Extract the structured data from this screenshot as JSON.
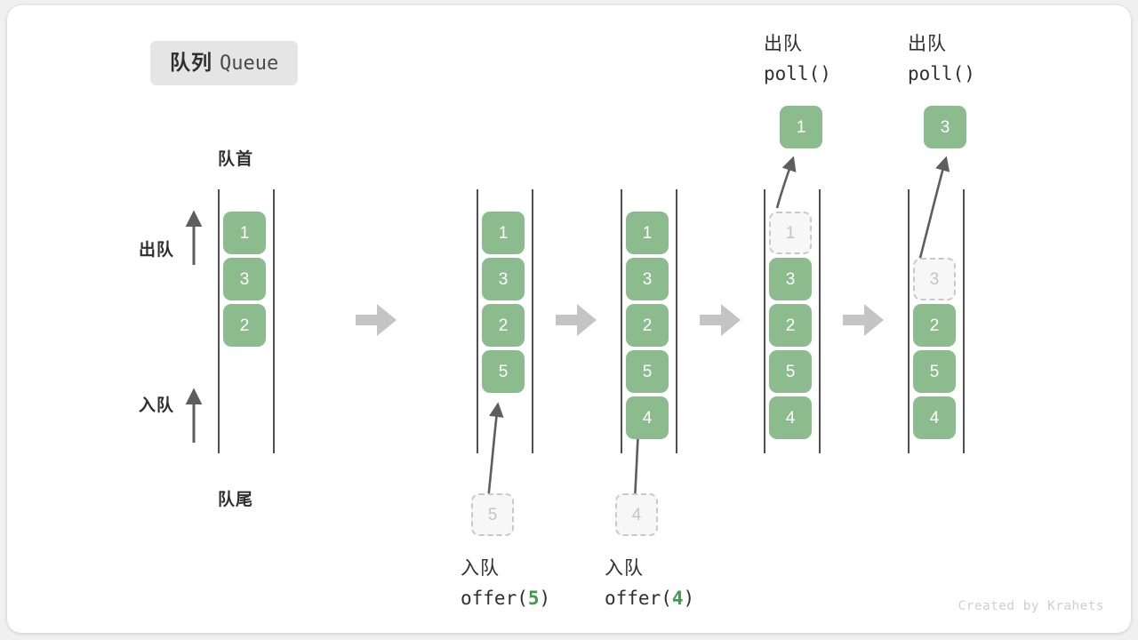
{
  "title": {
    "cn": "队列",
    "en": "Queue"
  },
  "labels": {
    "head": "队首",
    "tail": "队尾",
    "dequeue": "出队",
    "enqueue": "入队"
  },
  "watermark": "Created by Krahets",
  "colors": {
    "element_fill": "#8cbb8e",
    "element_text": "#ffffff",
    "ghost_fill": "#f7f7f7",
    "ghost_border": "#c9c9c9",
    "ghost_text": "#c4c4c4",
    "rail": "#4f4f4f",
    "arrow": "#5e5e5e",
    "step_arrow": "#c4c4c4",
    "accent_code": "#3f9a4e",
    "badge_bg": "#e5e5e5",
    "card_bg": "#ffffff",
    "page_bg": "#f0f0f0"
  },
  "steps": [
    {
      "id": "initial",
      "queue": [
        "1",
        "3",
        "2"
      ],
      "ghost_in_queue": null,
      "incoming": null,
      "outgoing": null,
      "caption_cn": null,
      "caption_code": null,
      "caption_arg": null
    },
    {
      "id": "offer-5",
      "queue": [
        "1",
        "3",
        "2",
        "5"
      ],
      "ghost_in_queue": null,
      "incoming": "5",
      "outgoing": null,
      "caption_cn": "入队",
      "caption_code_prefix": "offer(",
      "caption_arg": "5",
      "caption_code_suffix": ")"
    },
    {
      "id": "offer-4",
      "queue": [
        "1",
        "3",
        "2",
        "5",
        "4"
      ],
      "ghost_in_queue": null,
      "incoming": "4",
      "outgoing": null,
      "caption_cn": "入队",
      "caption_code_prefix": "offer(",
      "caption_arg": "4",
      "caption_code_suffix": ")"
    },
    {
      "id": "poll-1",
      "queue": [
        "3",
        "2",
        "5",
        "4"
      ],
      "ghost_in_queue": "1",
      "ghost_row": 0,
      "incoming": null,
      "outgoing": "1",
      "caption_cn": "出队",
      "caption_code_prefix": "poll(",
      "caption_arg": "",
      "caption_code_suffix": ")"
    },
    {
      "id": "poll-3",
      "queue": [
        "2",
        "5",
        "4"
      ],
      "ghost_in_queue": "3",
      "ghost_row": 1,
      "incoming": null,
      "outgoing": "3",
      "caption_cn": "出队",
      "caption_code_prefix": "poll(",
      "caption_arg": "",
      "caption_code_suffix": ")"
    }
  ]
}
